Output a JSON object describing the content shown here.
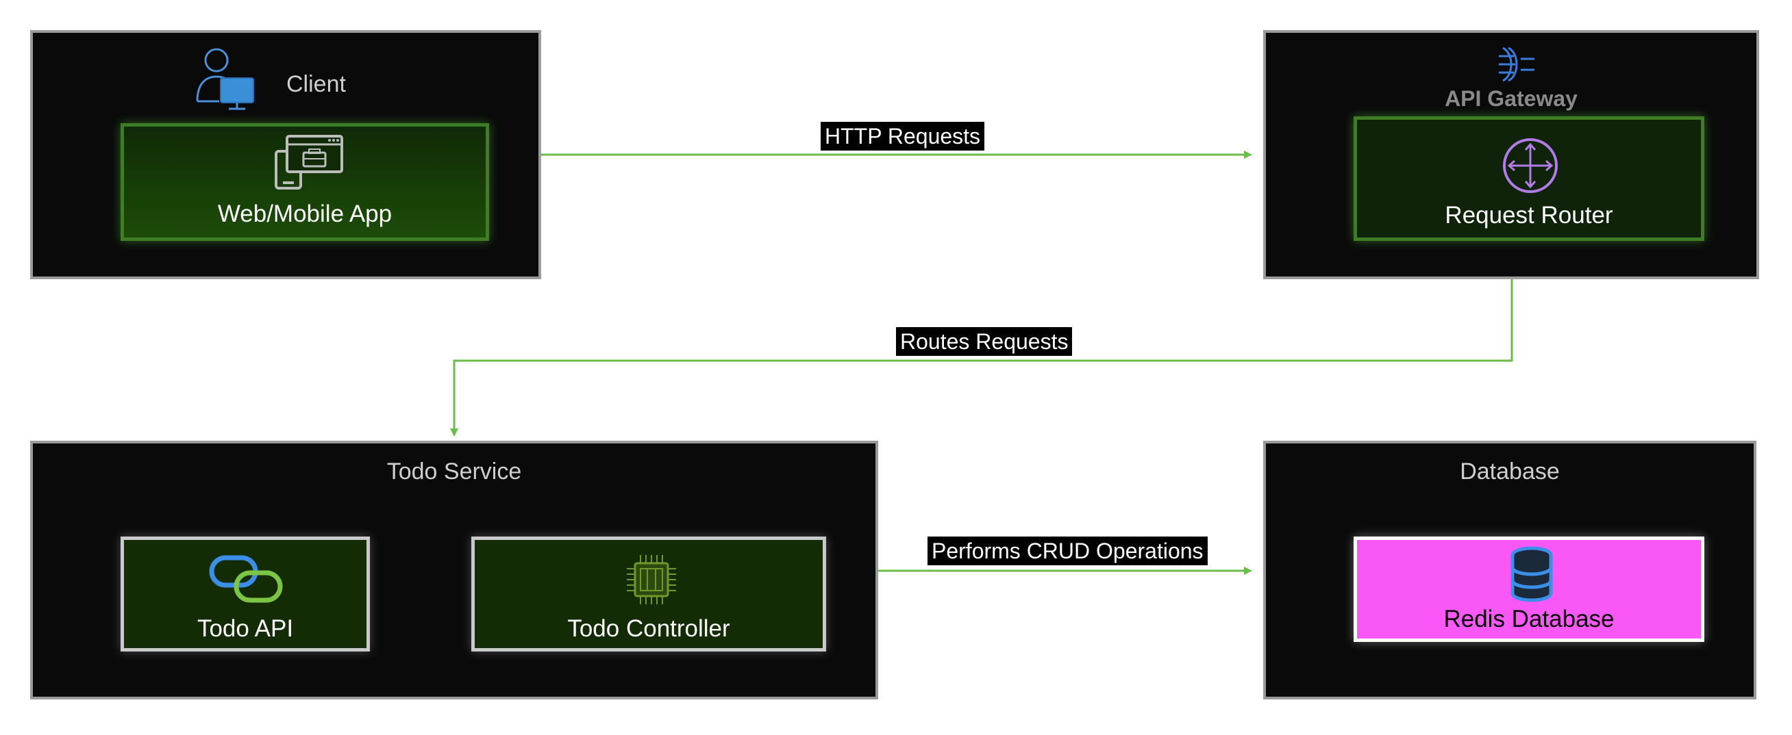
{
  "groups": {
    "client": {
      "title": "Client",
      "icon": "user-computer-icon"
    },
    "gateway": {
      "title": "API Gateway",
      "icon": "api-gateway-icon"
    },
    "todo_service": {
      "title": "Todo Service"
    },
    "database": {
      "title": "Database"
    }
  },
  "nodes": {
    "web_mobile_app": {
      "label": "Web/Mobile App",
      "icon": "devices-icon"
    },
    "request_router": {
      "label": "Request Router",
      "icon": "router-arrows-icon"
    },
    "todo_api": {
      "label": "Todo API",
      "icon": "chain-link-icon"
    },
    "todo_controller": {
      "label": "Todo Controller",
      "icon": "chip-icon"
    },
    "redis_database": {
      "label": "Redis Database",
      "icon": "database-icon"
    }
  },
  "edges": {
    "http_requests": {
      "label": "HTTP Requests",
      "from": "web_mobile_app",
      "to": "request_router"
    },
    "routes_requests": {
      "label": "Routes Requests",
      "from": "request_router",
      "to": "todo_service"
    },
    "crud_operations": {
      "label": "Performs CRUD Operations",
      "from": "todo_service",
      "to": "redis_database"
    }
  },
  "colors": {
    "edge": "#6cbd45",
    "group_bg": "#0a0a0a",
    "group_border": "#9a9a9a",
    "node_green_border": "#3e7d23",
    "redis_fill": "#f958f6",
    "router_icon": "#b27be8",
    "gateway_icon": "#3b7ddd"
  }
}
